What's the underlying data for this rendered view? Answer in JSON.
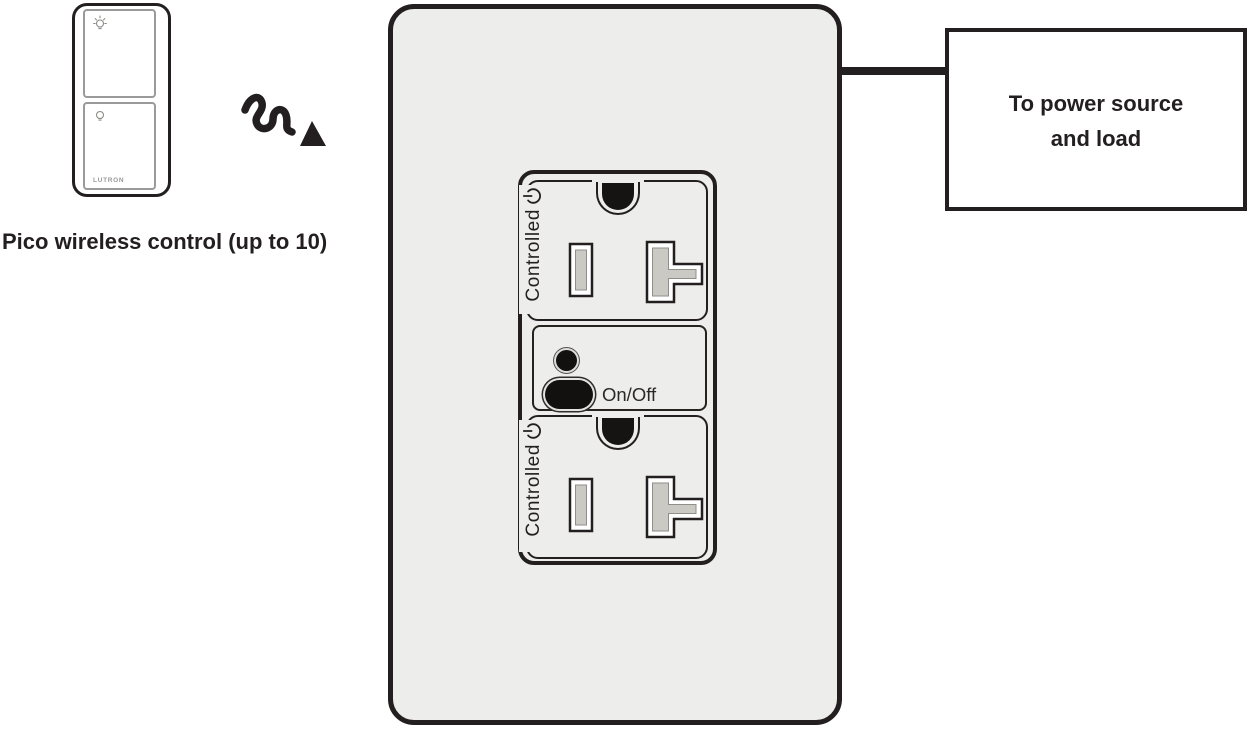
{
  "pico": {
    "caption": "Pico wireless control (up to 10)",
    "brand": "LUTRON",
    "top_button_icon": "bulb-on-icon",
    "bottom_button_icon": "bulb-off-icon"
  },
  "outlet": {
    "receptacles": [
      {
        "label": "Controlled",
        "icon": "power-icon"
      },
      {
        "label": "Controlled",
        "icon": "power-icon"
      }
    ],
    "control_panel": {
      "button_label": "On/Off",
      "indicator": "status-led"
    }
  },
  "wiring": {
    "box_line1": "To power source",
    "box_line2": "and load"
  },
  "colors": {
    "ink": "#231f20",
    "plate_fill": "#ededeb",
    "slot_fill": "#cbc9c4",
    "remote_button_border": "#9a9a9a",
    "background": "#ffffff"
  }
}
